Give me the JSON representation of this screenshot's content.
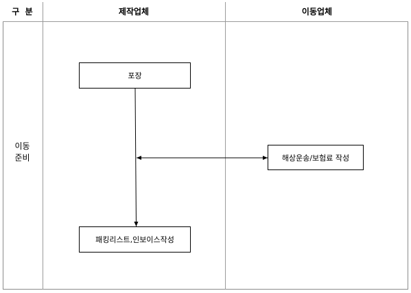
{
  "header": {
    "category_label": "구  분",
    "maker_label": "제작업체",
    "mover_label": "이동업체"
  },
  "row": {
    "label_line1": "이동",
    "label_line2": "준비"
  },
  "nodes": {
    "packing": "포장",
    "packing_list": "패킹리스트,인보이스작성",
    "shipping": "해상운송/보험료 작성"
  },
  "colors": {
    "border": "#000000",
    "grid": "#9a9a9a"
  }
}
